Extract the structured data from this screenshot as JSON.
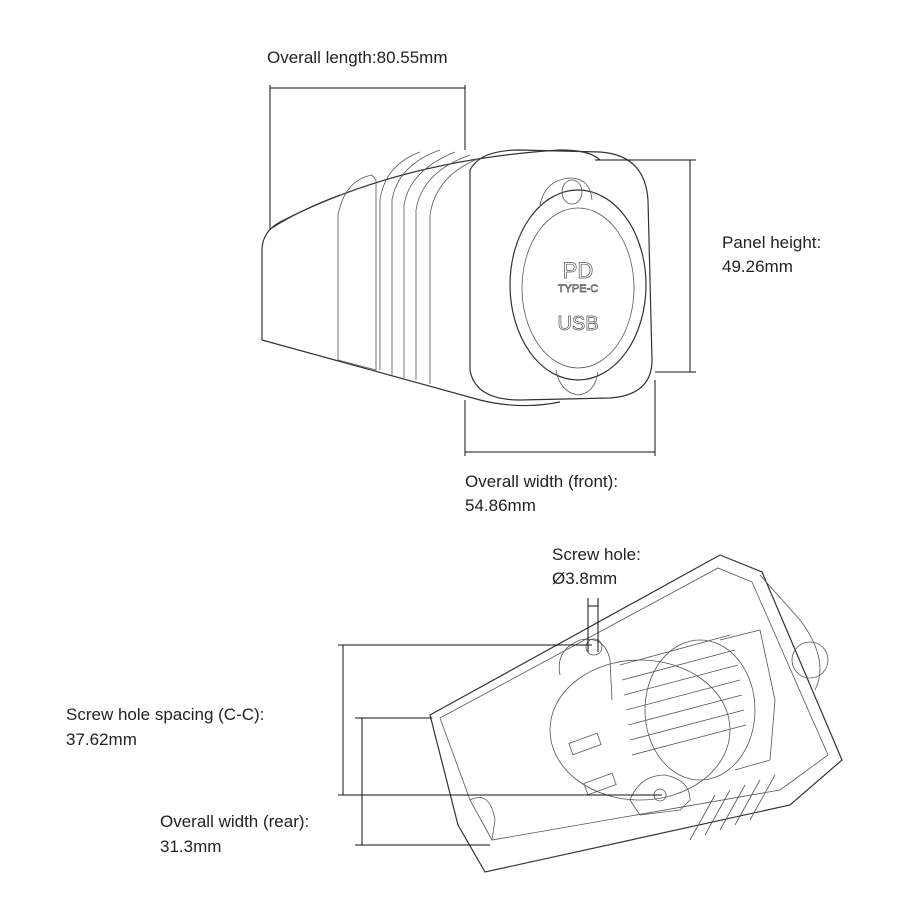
{
  "front_view": {
    "length_label": "Overall length:80.55mm",
    "panel_height_label": "Panel height:",
    "panel_height_value": "49.26mm",
    "width_front_label": "Overall width (front):",
    "width_front_value": "54.86mm",
    "socket_markings": {
      "pd": "PD",
      "type_c": "TYPE-C",
      "usb": "USB"
    }
  },
  "rear_view": {
    "screw_hole_label": "Screw hole:",
    "screw_hole_value": "Ø3.8mm",
    "spacing_label": "Screw hole spacing (C-C):",
    "spacing_value": "37.62mm",
    "width_rear_label": "Overall width (rear):",
    "width_rear_value": "31.3mm"
  }
}
